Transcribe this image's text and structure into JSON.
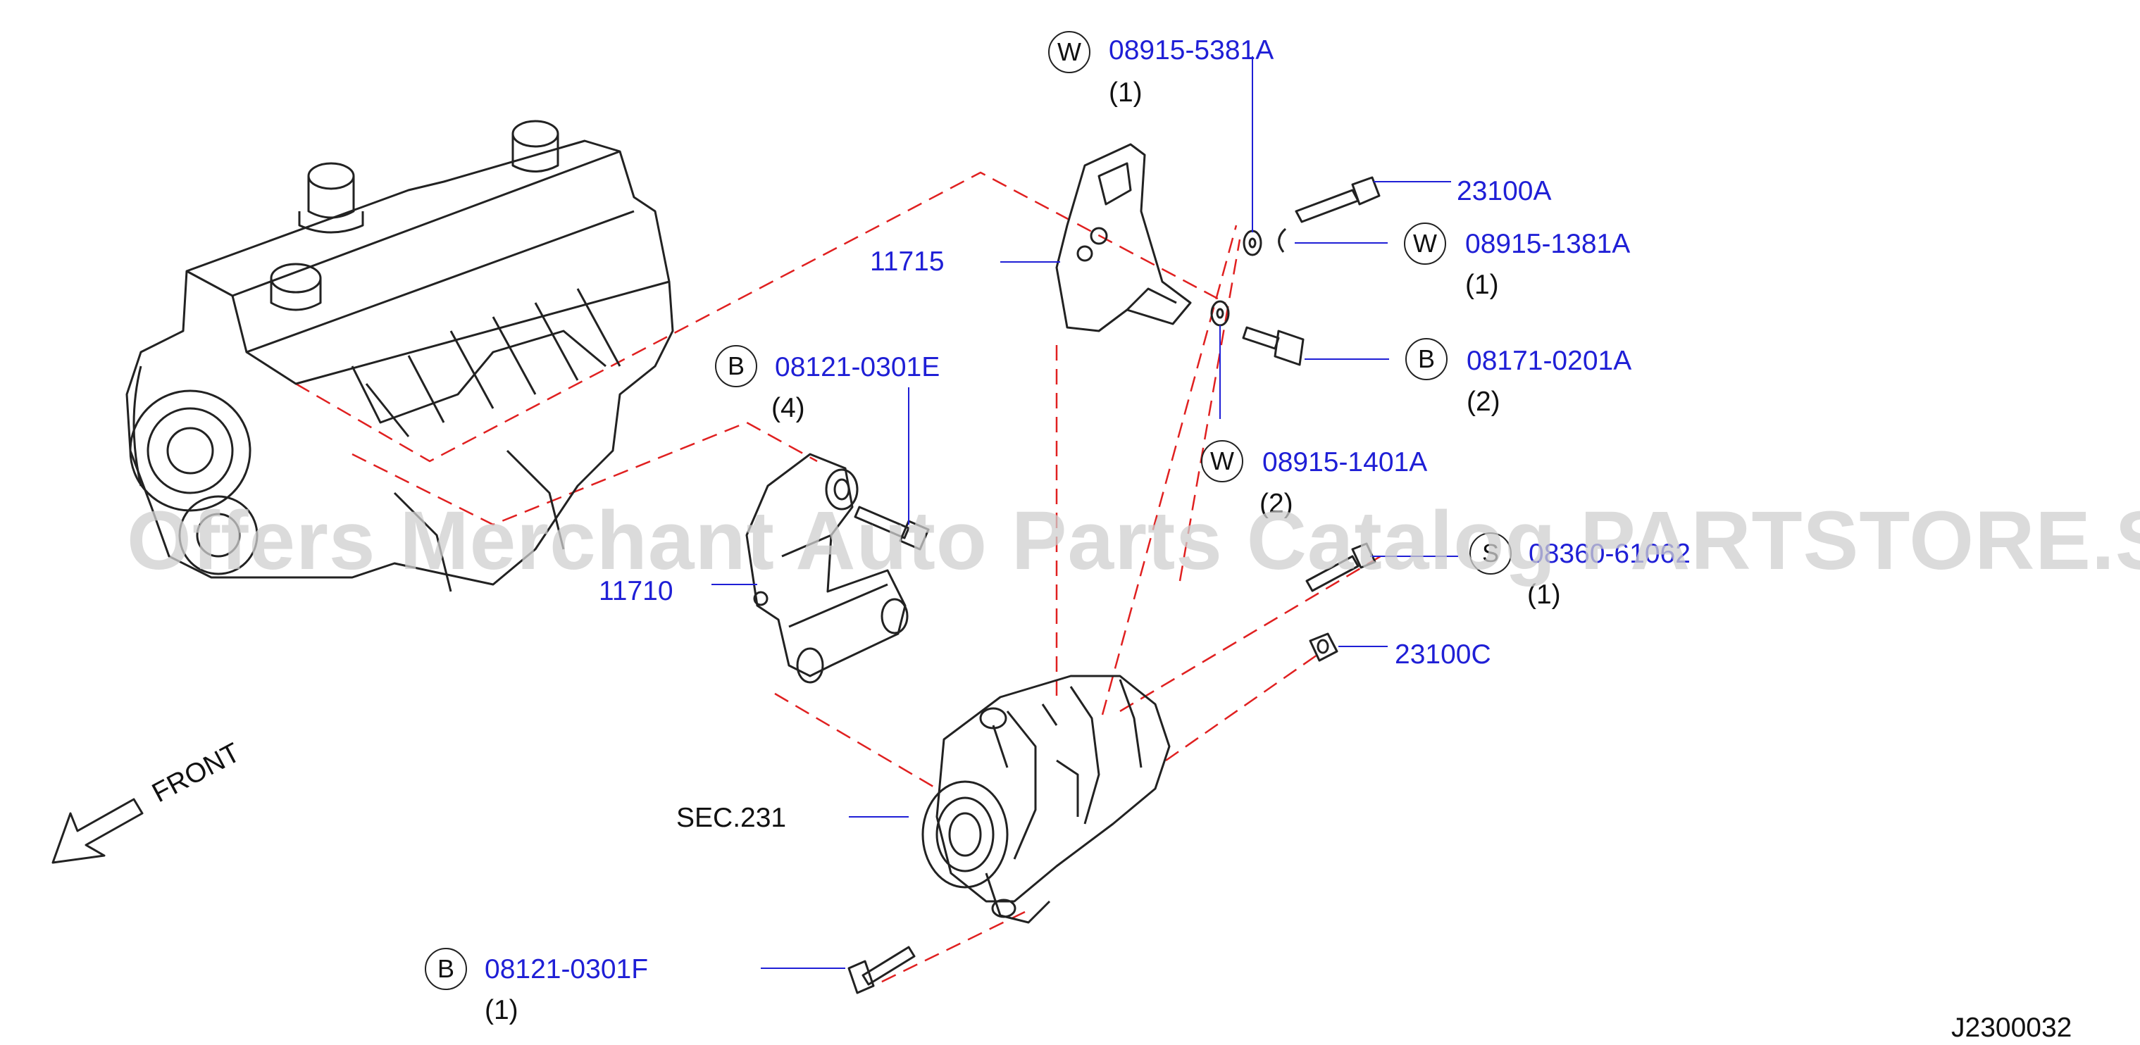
{
  "watermark": "Offers Merchant Auto Parts Catalog PARTSTORE.SA",
  "diagram_id": "J2300032",
  "front_label": "FRONT",
  "section_ref": "SEC.231",
  "parts": {
    "p1": {
      "symbol": "W",
      "number": "08915-5381A",
      "qty": "(1)"
    },
    "p2": {
      "number": "23100A"
    },
    "p3": {
      "symbol": "W",
      "number": "08915-1381A",
      "qty": "(1)"
    },
    "p4": {
      "number": "11715"
    },
    "p5": {
      "symbol": "B",
      "number": "08171-0201A",
      "qty": "(2)"
    },
    "p6": {
      "symbol": "B",
      "number": "08121-0301E",
      "qty": "(4)"
    },
    "p7": {
      "symbol": "W",
      "number": "08915-1401A",
      "qty": "(2)"
    },
    "p8": {
      "symbol": "S",
      "number": "08360-61062",
      "qty": "(1)"
    },
    "p9": {
      "number": "11710"
    },
    "p10": {
      "number": "23100C"
    },
    "p11": {
      "symbol": "B",
      "number": "08121-0301F",
      "qty": "(1)"
    }
  },
  "colors": {
    "callout": "#1f1fd6",
    "assembly_line": "#e02020",
    "outline": "#222222"
  }
}
